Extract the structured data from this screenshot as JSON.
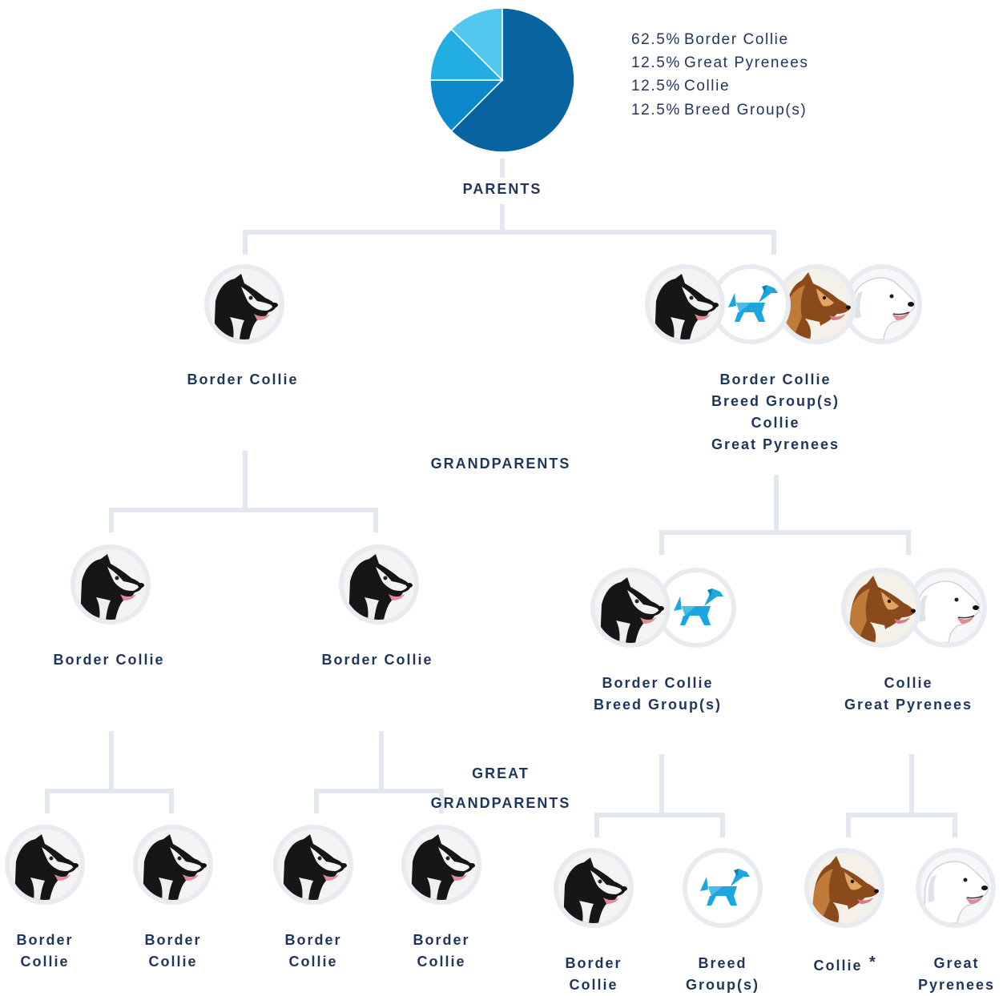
{
  "chart_data": {
    "type": "pie",
    "slices": [
      {
        "label": "Border Collie",
        "value": 62.5,
        "pct_text": "62.5%",
        "color": "#0863a0"
      },
      {
        "label": "Great Pyrenees",
        "value": 12.5,
        "pct_text": "12.5%",
        "color": "#0b89cb"
      },
      {
        "label": "Collie",
        "value": 12.5,
        "pct_text": "12.5%",
        "color": "#22aee2"
      },
      {
        "label": "Breed Group(s)",
        "value": 12.5,
        "pct_text": "12.5%",
        "color": "#52c8ee"
      }
    ]
  },
  "sections": {
    "parents": "PARENTS",
    "grandparents": "GRANDPARENTS",
    "great_line1": "GREAT",
    "great_line2": "GRANDPARENTS"
  },
  "parents": {
    "left": [
      "Border Collie"
    ],
    "right": [
      "Border Collie",
      "Breed Group(s)",
      "Collie",
      "Great Pyrenees"
    ]
  },
  "grandparents": {
    "g1": [
      "Border Collie"
    ],
    "g2": [
      "Border Collie"
    ],
    "g3": [
      "Border Collie",
      "Breed Group(s)"
    ],
    "g4": [
      "Collie",
      "Great Pyrenees"
    ]
  },
  "great_grandparents": {
    "gg1": [
      "Border",
      "Collie"
    ],
    "gg2": [
      "Border",
      "Collie"
    ],
    "gg3": [
      "Border",
      "Collie"
    ],
    "gg4": [
      "Border",
      "Collie"
    ],
    "gg5": [
      "Border",
      "Collie"
    ],
    "gg6": [
      "Breed",
      "Group(s)"
    ],
    "gg7": [
      "Collie"
    ],
    "gg8": [
      "Great",
      "Pyrenees"
    ]
  },
  "asterisk": "*",
  "icons": {
    "border_collie": "border-collie-portrait-icon",
    "breed_group": "blue-origami-dog-icon",
    "collie": "collie-portrait-icon",
    "great_pyrenees": "great-pyrenees-portrait-icon"
  },
  "colors": {
    "text": "#1f3559",
    "connector": "#e3e8ee",
    "avatar_ring": "#e8ecf1",
    "origami": "#1aa6e0"
  }
}
